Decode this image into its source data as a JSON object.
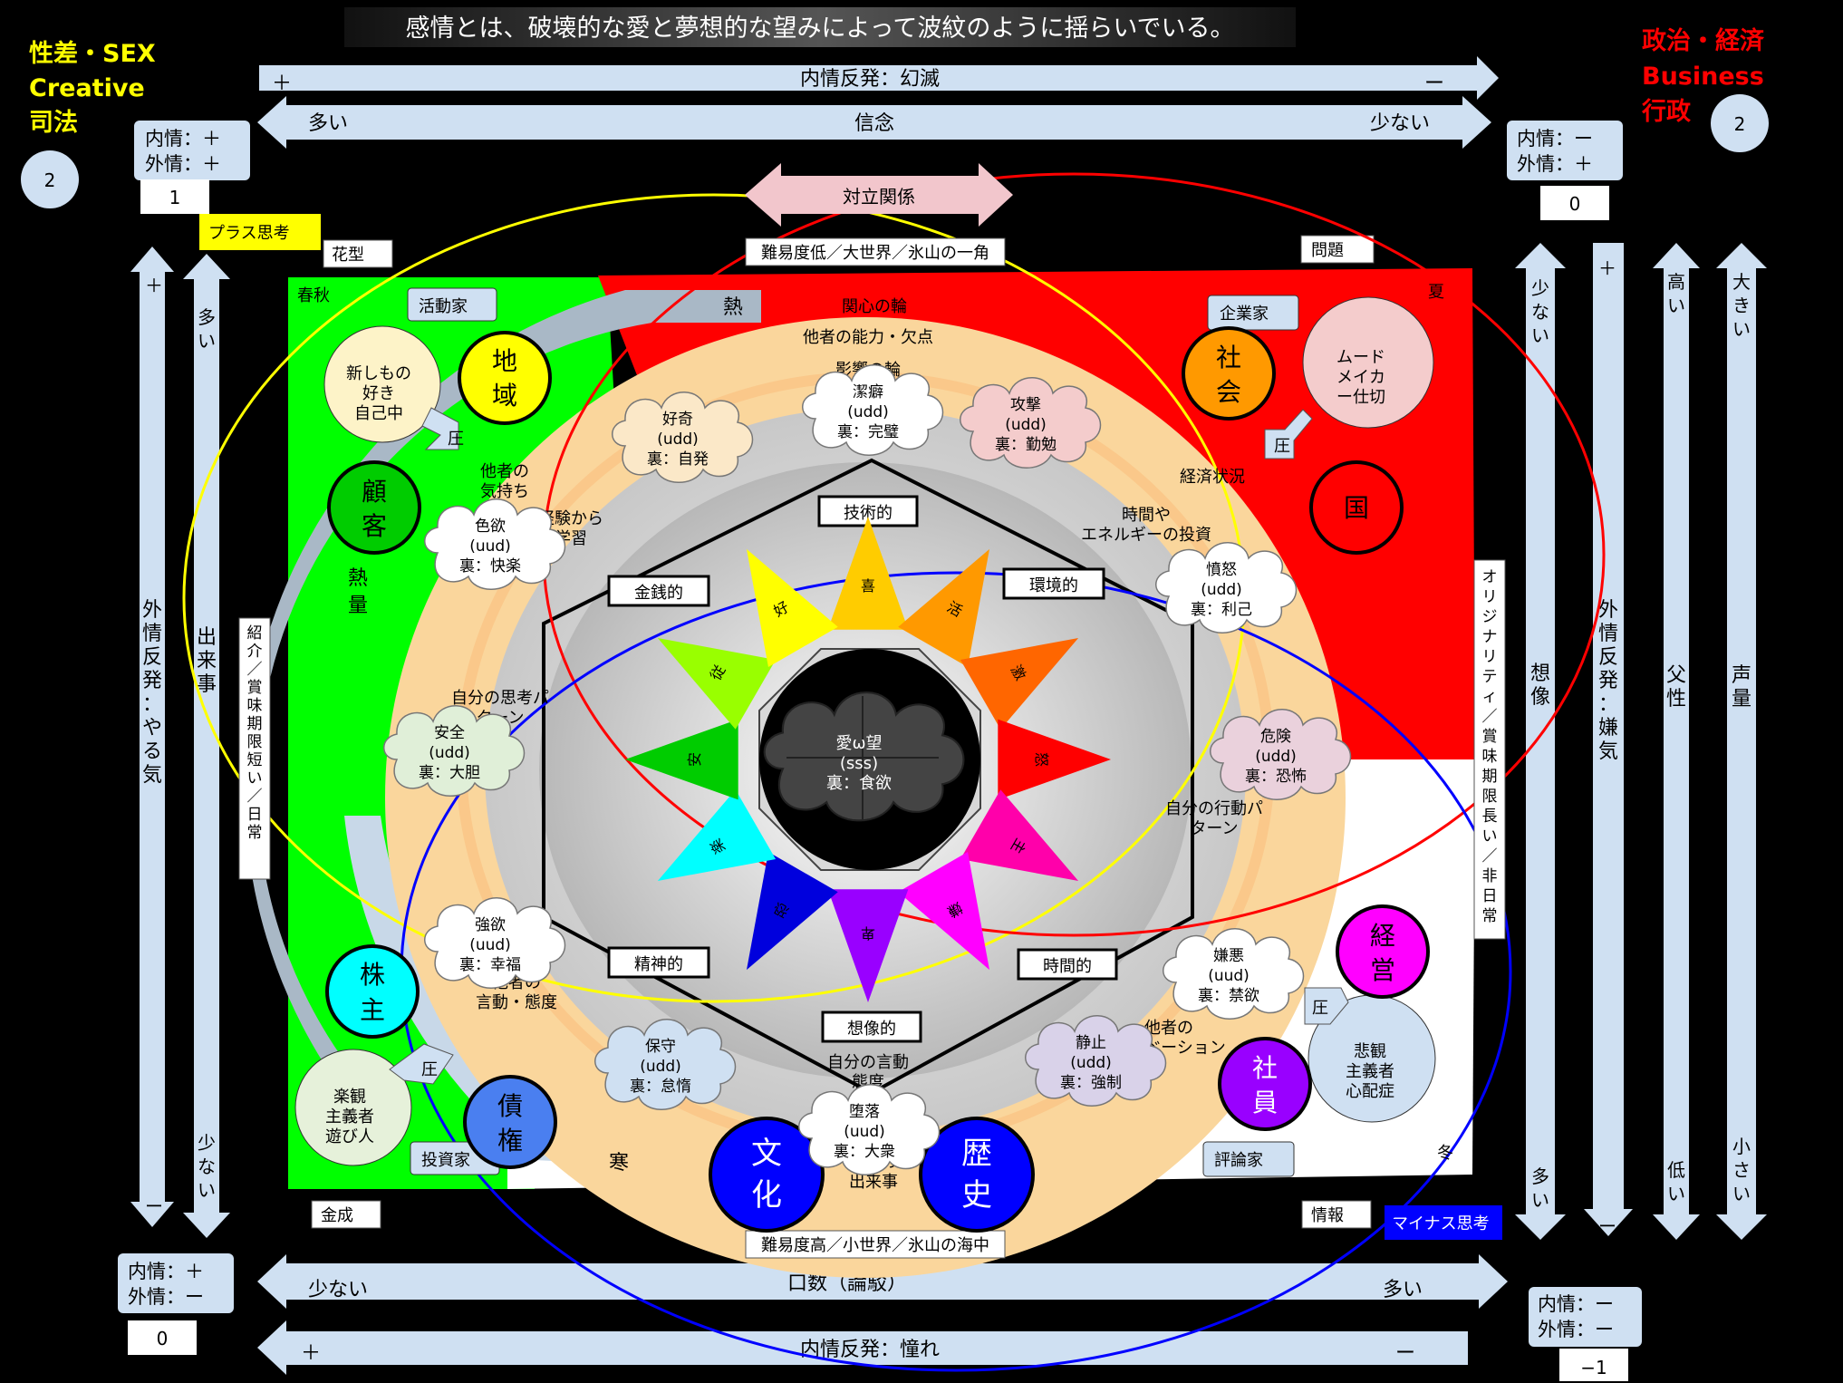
{
  "header": {
    "title": "感情とは、破壊的な愛と夢想的な望みによって波紋のように揺らいでいる。"
  },
  "corners": {
    "top_left": {
      "lines": [
        "性差・SEX",
        "Creative",
        "司法"
      ],
      "badge": "2",
      "color": "#ffff00"
    },
    "top_right": {
      "lines": [
        "政治・経済",
        "Business",
        "行政"
      ],
      "badge": "2",
      "color": "#ff0000"
    }
  },
  "info_boxes": {
    "tl": {
      "line1": "内情：＋",
      "line2": "外情：＋",
      "value": "1"
    },
    "tr": {
      "line1": "内情：ー",
      "line2": "外情：＋",
      "value": "0"
    },
    "bl": {
      "line1": "内情：＋",
      "line2": "外情：ー",
      "value": "0"
    },
    "br": {
      "line1": "内情：ー",
      "line2": "外情：ー",
      "value": "−1"
    }
  },
  "arrows": {
    "top1": {
      "label": "内情反発：幻滅",
      "left": "＋",
      "right": "ー"
    },
    "top2": {
      "label": "信念",
      "left": "多い",
      "right": "少ない"
    },
    "bottom1": {
      "label": "口数（論駁）",
      "left": "少ない",
      "right": "多い"
    },
    "bottom2": {
      "label": "内情反発：憧れ",
      "left": "＋",
      "right": "ー"
    },
    "conflict": "対立関係",
    "left_outer": {
      "label": "外情反発：やる気",
      "top": "＋",
      "bottom": "ー"
    },
    "left_inner": {
      "label": "出来事",
      "top": "多い",
      "bottom": "少ない"
    },
    "right1": {
      "label": "想像",
      "top": "少ない",
      "bottom": "多い"
    },
    "right2": {
      "label": "外情反発：嫌気",
      "top": "＋",
      "bottom": "ー"
    },
    "right3": {
      "label": "父性",
      "top": "高い",
      "bottom": "低い"
    },
    "right4": {
      "label": "声量",
      "top": "大きい",
      "bottom": "小さい"
    }
  },
  "tags": {
    "plus_thinking": "プラス思考",
    "minus_thinking": "マイナス思考",
    "hanagata": "花型",
    "mondai": "問題",
    "kinsei": "金成",
    "jouhou": "情報",
    "top_caption": "難易度低／大世界／氷山の一角",
    "bottom_caption": "難易度高／小世界／氷山の海中",
    "left_vertical": "紹介／賞味期限短い／日常",
    "right_vertical": "オリジナリティ／賞味期限長い／非日常"
  },
  "seasons": {
    "spring": "春秋",
    "summer": "夏",
    "winter": "冬",
    "heat": "熱",
    "cold": "寒",
    "netsuryo": "熱量"
  },
  "roles": {
    "katsudouka": "活動家",
    "kigyouka": "企業家",
    "toushika": "投資家",
    "hyouronka": "評論家"
  },
  "person_circles": {
    "tl": "新しもの好き自己中",
    "tr": "ムードメイカー仕切り屋",
    "bl": "楽観主義者遊び人",
    "br": "悲観主義者心配症"
  },
  "pressure": "圧",
  "entities": {
    "chiiki": "地域",
    "kokyaku": "顧客",
    "shakai": "社会",
    "kuni": "国",
    "kabunushi": "株主",
    "saiken": "債権",
    "bunka": "文化",
    "rekishi": "歴史",
    "keiei": "経営",
    "shain": "社員"
  },
  "rings": {
    "kanshin": "関心の輪",
    "tasha_nouryoku": "他者の能力・欠点",
    "eikyou": "影響の輪",
    "keizai": "経済状況",
    "jikan_energy": "時間やエネルギーの投資",
    "tasha_kimochi": "他者の気持ち",
    "keiken": "経験から学習",
    "jibun_shikou": "自分の思考パターン",
    "jibun_koudou": "自分の行動パターン",
    "tasha_gendou": "他者の言動・態度",
    "tasha_motivation": "他者のモチベーション",
    "jibun_gendou": "自分の言動態度",
    "kako": "過去の出来事"
  },
  "hexagon": {
    "gijutsu": "技術的",
    "kinsen": "金銭的",
    "kankyou": "環境的",
    "seishin": "精神的",
    "jikan": "時間的",
    "souzou": "想像的"
  },
  "clouds": {
    "kouki": {
      "a": "好奇",
      "b": "(udd)",
      "c": "裏：自発"
    },
    "keppeki": {
      "a": "潔癖",
      "b": "(udd)",
      "c": "裏：完璧"
    },
    "kougeki": {
      "a": "攻撃",
      "b": "(udd)",
      "c": "裏：勤勉"
    },
    "shikiyoku": {
      "a": "色欲",
      "b": "(uud)",
      "c": "裏：快楽"
    },
    "fundo": {
      "a": "憤怒",
      "b": "(udd)",
      "c": "裏：利己"
    },
    "anzen": {
      "a": "安全",
      "b": "(udd)",
      "c": "裏：大胆"
    },
    "kiken": {
      "a": "危険",
      "b": "(udd)",
      "c": "裏：恐怖"
    },
    "gouyoku": {
      "a": "強欲",
      "b": "(uud)",
      "c": "裏：幸福"
    },
    "ken_o": {
      "a": "嫌悪",
      "b": "(uud)",
      "c": "裏：禁欲"
    },
    "hoshu": {
      "a": "保守",
      "b": "(udd)",
      "c": "裏：怠惰"
    },
    "seishi": {
      "a": "静止",
      "b": "(udd)",
      "c": "裏：強制"
    },
    "daraku": {
      "a": "堕落",
      "b": "(uud)",
      "c": "裏：大衆"
    }
  },
  "core": {
    "a": "愛ω望",
    "b": "(sss)",
    "c": "裏：食欲"
  },
  "star": [
    {
      "label": "喜",
      "color": "#ffcc00"
    },
    {
      "label": "活",
      "color": "#ff9900"
    },
    {
      "label": "激",
      "color": "#ff6600"
    },
    {
      "label": "怒",
      "color": "#ff0000"
    },
    {
      "label": "主",
      "color": "#ff00aa"
    },
    {
      "label": "嫌",
      "color": "#ff00ff"
    },
    {
      "label": "卑",
      "color": "#9900ff"
    },
    {
      "label": "恐",
      "color": "#0000dd"
    },
    {
      "label": "楽",
      "color": "#00ffff"
    },
    {
      "label": "安",
      "color": "#00cc00"
    },
    {
      "label": "従",
      "color": "#99ff00"
    },
    {
      "label": "好",
      "color": "#ffff00"
    }
  ]
}
